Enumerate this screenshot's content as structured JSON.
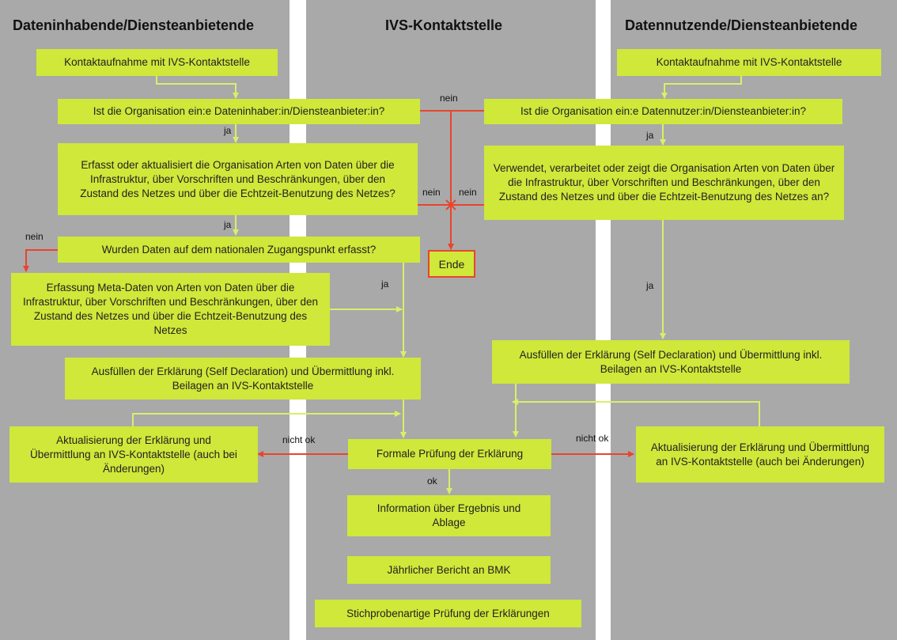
{
  "colors": {
    "lane": "#a9a9a9",
    "box": "#cfe83a",
    "flow_line": "#d8ef6a",
    "reject_line": "#e8452c"
  },
  "lanes": {
    "left": "Dateninhabende/Diensteanbietende",
    "middle": "IVS-Kontaktstelle",
    "right": "Datennutzende/Diensteanbietende"
  },
  "boxes": {
    "contact_left": "Kontaktaufnahme mit IVS-Kontaktstelle",
    "q_owner": "Ist die Organisation ein:e Dateninhaber:in/Diensteanbieter:in?",
    "q_types_left": "Erfasst oder aktualisiert die Organisation Arten von Daten über die Infrastruktur, über Vorschriften und Beschränkungen, über den Zustand des Netzes und über die Echtzeit-Benutzung des Netzes?",
    "q_nap": "Wurden Daten auf dem nationalen Zugangspunkt erfasst?",
    "metadata": "Erfassung Meta-Daten von Arten von Daten über die Infrastruktur, über Vorschriften und Beschränkungen, über den Zustand des Netzes und über die Echtzeit-Benutzung des Netzes",
    "declaration_left": "Ausfüllen der Erklärung (Self Declaration) und Übermittlung inkl. Beilagen an IVS-Kontaktstelle",
    "update_left": "Aktualisierung der Erklärung und Übermittlung an IVS-Kontaktstelle (auch bei Änderungen)",
    "end": "Ende",
    "formal_check": "Formale Prüfung der Erklärung",
    "result": "Information über Ergebnis und Ablage",
    "report": "Jährlicher Bericht an BMK",
    "sample_check": "Stichprobenartige Prüfung der Erklärungen",
    "contact_right": "Kontaktaufnahme mit IVS-Kontaktstelle",
    "q_user": "Ist die Organisation ein:e Datennutzer:in/Diensteanbieter:in?",
    "q_types_right": "Verwendet, verarbeitet oder zeigt die Organisation Arten von Daten über die Infrastruktur, über Vorschriften und Beschränkungen, über den Zustand des Netzes und über die Echtzeit-Benutzung des Netzes an?",
    "declaration_right": "Ausfüllen der Erklärung (Self Declaration) und Übermittlung inkl. Beilagen an IVS-Kontaktstelle",
    "update_right": "Aktualisierung der Erklärung und Übermittlung an IVS-Kontaktstelle (auch bei Änderungen)"
  },
  "edge_labels": {
    "no_top": "nein",
    "yes_left_1": "ja",
    "no_left_types": "nein",
    "no_right_types": "nein",
    "yes_right_1": "ja",
    "yes_left_2": "ja",
    "no_nap": "nein",
    "yes_nap": "ja",
    "yes_right_2": "ja",
    "not_ok_left": "nicht ok",
    "not_ok_right": "nicht ok",
    "ok": "ok"
  }
}
